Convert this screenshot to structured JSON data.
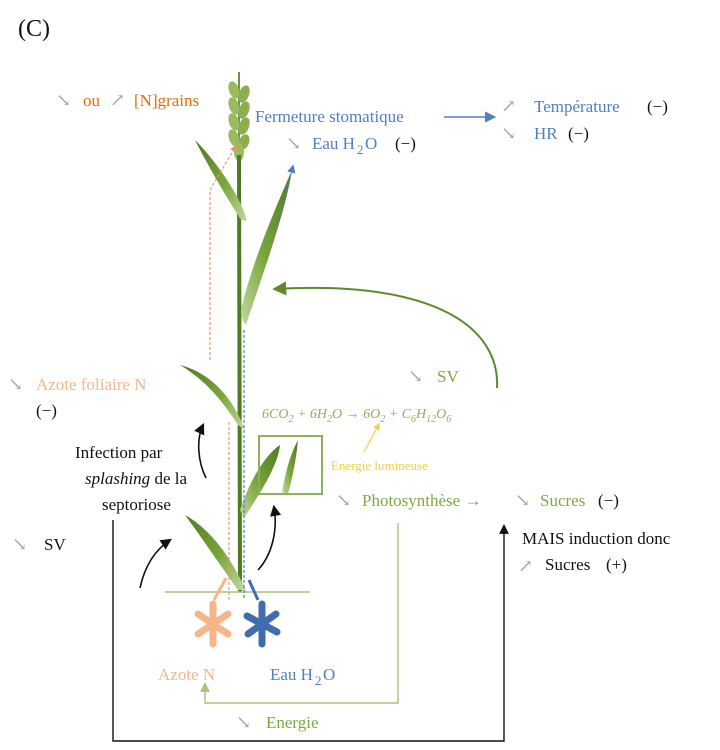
{
  "panel_label": "(C)",
  "colors": {
    "orange": "#E46C0A",
    "peach": "#F7B58A",
    "blue": "#4F7FC0",
    "green": "#7FA844",
    "dark_green": "#5E8A2C",
    "yellow": "#F2D23A",
    "gray_arrow": "#A6A6A6",
    "black": "#111111"
  },
  "top_left": {
    "down": "↘",
    "ou": "ou",
    "up": "↗",
    "n_grains": "[N]grains"
  },
  "stomata": {
    "closure": "Fermeture stomatique",
    "water_arrow": "↘",
    "water": "Eau H",
    "water_sub": "2",
    "water_o": "O",
    "water_effect": "(−)"
  },
  "temperature": {
    "arrow": "↗",
    "label": "Température",
    "effect": "(−)"
  },
  "humidity": {
    "arrow": "↘",
    "label": "HR",
    "effect": "(−)"
  },
  "nitrogen_leaf": {
    "arrow": "↘",
    "label": "Azote foliaire N",
    "effect": "(−)"
  },
  "sv_upper": {
    "arrow": "↘",
    "label": "SV"
  },
  "sv_lower": {
    "arrow": "↘",
    "label": "SV"
  },
  "equation": {
    "p1": "6CO",
    "s1": "2",
    "p2": " + 6H",
    "s2": "2",
    "p3": "O → 6O",
    "s3": "2",
    "p4": " + C",
    "s4": "6",
    "p5": "H",
    "s5": "12",
    "p6": "O",
    "s6": "6"
  },
  "light_energy": "Energie lumineuse",
  "infection": {
    "line1": "Infection par",
    "line2_em": "splashing",
    "line2_rest": " de la",
    "line3": "septoriose"
  },
  "photosynthesis": {
    "arrow": "↘",
    "label": "Photosynthèse →"
  },
  "sugars": {
    "arrow": "↘",
    "label": "Sucres",
    "effect": "(−)"
  },
  "induction": {
    "line1": "MAIS induction donc",
    "arrow": "↗",
    "line2": "Sucres",
    "effect": "(+)"
  },
  "root_nitrogen": "Azote N",
  "root_water": {
    "label": "Eau H",
    "sub": "2",
    "o": "O"
  },
  "energy": {
    "arrow": "↘",
    "label": "Energie"
  }
}
